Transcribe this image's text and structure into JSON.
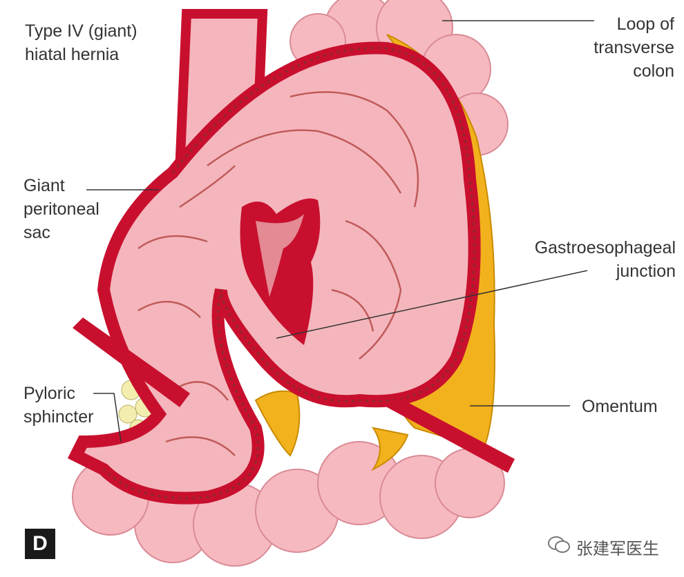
{
  "labels": {
    "hernia_type": [
      "Type IV (giant)",
      "hiatal hernia"
    ],
    "colon": [
      "Loop of",
      "transverse",
      "colon"
    ],
    "sac": [
      "Giant",
      "peritoneal",
      "sac"
    ],
    "ge_junction": [
      "Gastroesophageal",
      "junction"
    ],
    "pylorus": [
      "Pyloric",
      "sphincter"
    ],
    "omentum": "Omentum"
  },
  "panel_letter": "D",
  "watermark": "张建军医生",
  "colors": {
    "wall": "#c8102e",
    "mucosa": "#f4b6bc",
    "colon": "#f6b9c0",
    "omentum": "#f2b21d"
  }
}
